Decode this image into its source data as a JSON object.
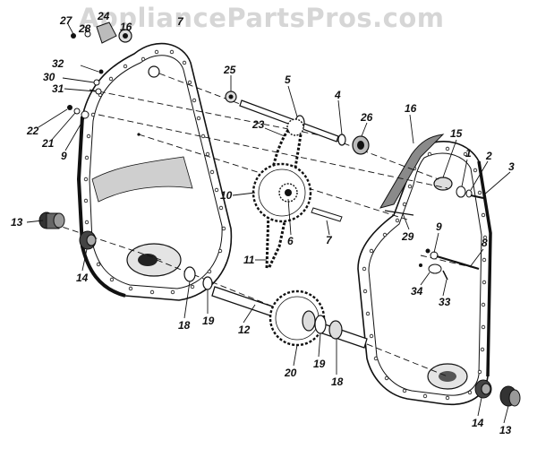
{
  "watermark": "AppliancePartsPros.com",
  "callouts": [
    "27",
    "28",
    "24",
    "16",
    "7",
    "32",
    "30",
    "31",
    "25",
    "5",
    "4",
    "26",
    "16",
    "15",
    "1",
    "2",
    "3",
    "22",
    "21",
    "9",
    "23",
    "10",
    "6",
    "7",
    "29",
    "9",
    "8",
    "13",
    "14",
    "11",
    "34",
    "33",
    "18",
    "19",
    "12",
    "20",
    "19",
    "18",
    "14",
    "13"
  ]
}
